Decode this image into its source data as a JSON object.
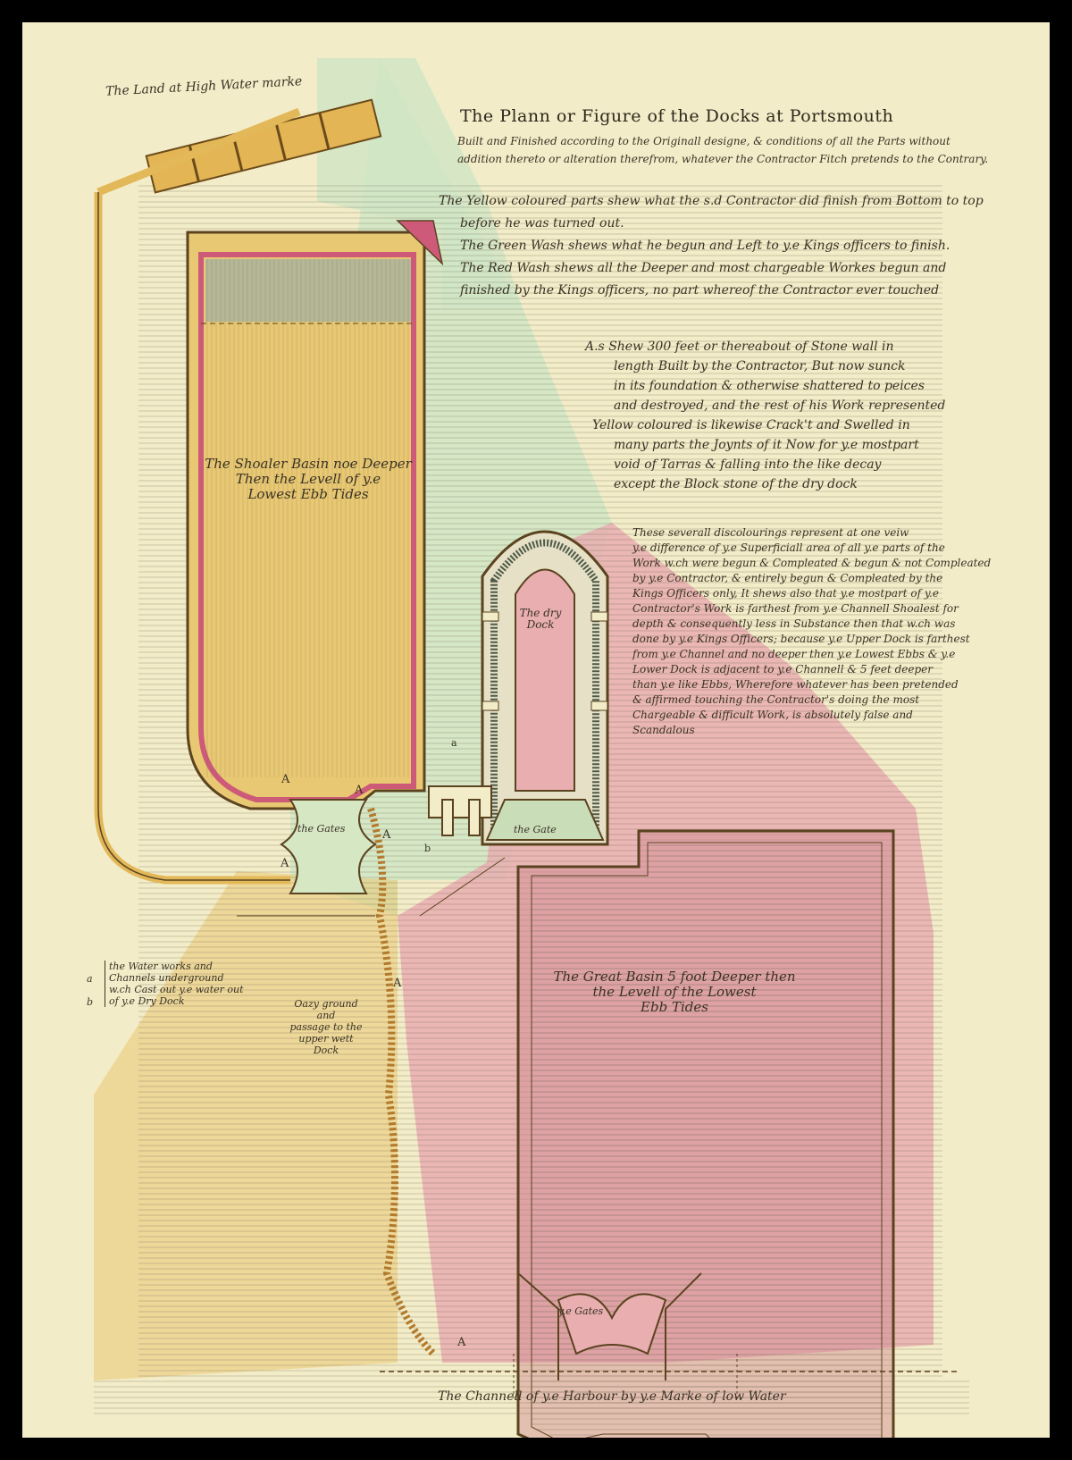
{
  "title": "The Plann or Figure of the Docks at Portsmouth",
  "subtitle_lines": [
    "Built and Finished according to the Originall designe, & conditions of all the Parts without",
    "addition thereto or alteration therefrom, whatever the Contractor Fitch pretends to the Contrary."
  ],
  "legend_lines": [
    "The Yellow coloured parts shew what the s.d Contractor did finish from Bottom to top",
    "before he was turned out.",
    "The Green Wash shews what he begun and Left to y.e Kings officers to finish.",
    "The Red Wash shews all the Deeper and most chargeable Workes begun and",
    "finished by the Kings officers, no part whereof the Contractor ever touched"
  ],
  "note_a_lines": [
    "A.s Shew 300 feet or thereabout of Stone wall in",
    "length Built by the Contractor, But now sunck",
    "in its foundation & otherwise shattered to peices",
    "and destroyed, and the rest of his Work represented",
    "Yellow coloured is likewise Crack't and Swelled in",
    "many parts the Joynts of it Now for y.e mostpart",
    "void of Tarras & falling into the like decay",
    "except the Block stone of the dry dock"
  ],
  "note_b_lines": [
    "These severall discolourings represent at one veiw",
    "y.e difference of y.e Superficiall area of all y.e parts of the",
    "Work w.ch were begun & Compleated & begun & not Compleated",
    "by y.e Contractor, & entirely begun & Compleated by the",
    "Kings Officers only, It shews also that y.e mostpart of y.e",
    "Contractor's Work is farthest from y.e Channell Shoalest for",
    "depth & consequently less in Substance then that w.ch was",
    "done by y.e Kings Officers; because y.e Upper Dock is farthest",
    "from y.e Channel and no deeper then y.e Lowest Ebbs & y.e",
    "Lower Dock is adjacent to y.e Channell & 5 feet deeper",
    "than y.e like Ebbs, Wherefore whatever has been pretended",
    "& affirmed touching the Contractor's doing the most",
    "Chargeable & difficult Work, is absolutely false and",
    "Scandalous"
  ],
  "labels": {
    "land": "The Land at High Water marke",
    "shoaler_basin": [
      "The Shoaler Basin noe Deeper",
      "Then the Levell of y.e",
      "Lowest Ebb Tides"
    ],
    "dry_dock": [
      "The dry",
      "Dock"
    ],
    "gates_upper": "the Gates",
    "gates_dry_dock": "the Gate",
    "gates_lower": "y.e Gates",
    "great_basin": [
      "The Great Basin 5 foot Deeper then",
      "the Levell of the Lowest",
      "Ebb Tides"
    ],
    "oazy_ground": [
      "Oazy ground",
      "and",
      "passage to the",
      "upper wett",
      "Dock"
    ],
    "water_works_keys": [
      "a",
      "b"
    ],
    "water_works": [
      "the Water works and",
      "Channels underground",
      "w.ch Cast out y.e water out",
      "of y.e Dry Dock"
    ],
    "channel": "The Channell of y.e Harbour by y.e Marke of low Water",
    "mark_A": "A",
    "mark_a": "a",
    "mark_b": "b"
  },
  "colors": {
    "paper": "#f3ecc8",
    "yellow_wash": "#e8c872",
    "green_wash": "#cfe6c4",
    "red_wash": "#e8aeb0",
    "ink": "#3a3226"
  }
}
